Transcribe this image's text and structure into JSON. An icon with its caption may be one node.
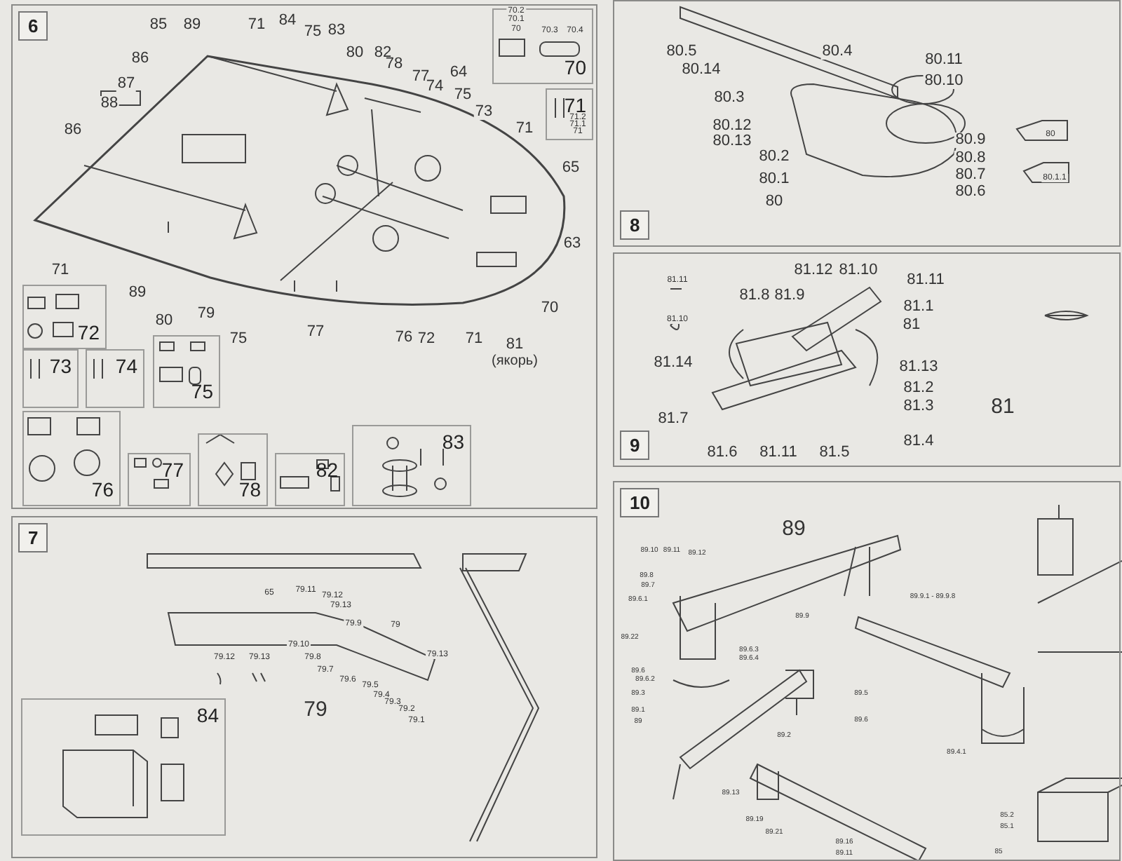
{
  "diagram": {
    "nodes": [
      {
        "text": [
          "6"
        ]
      },
      {
        "text": [
          "70"
        ],
        "in": 0
      },
      {
        "text": [
          "71"
        ],
        "in": 0
      },
      {
        "text": [
          "72"
        ],
        "in": 0
      },
      {
        "text": [
          "73"
        ],
        "in": 0
      },
      {
        "text": [
          "74"
        ],
        "in": 0
      },
      {
        "text": [
          "75"
        ],
        "in": 0
      },
      {
        "text": [
          "76"
        ],
        "in": 0
      },
      {
        "text": [
          "77"
        ],
        "in": 0
      },
      {
        "text": [
          "78"
        ],
        "in": 0
      },
      {
        "text": [
          "82"
        ],
        "in": 0
      },
      {
        "text": [
          "83"
        ],
        "in": 0
      },
      {
        "text": [
          "8"
        ]
      },
      {
        "text": [
          "9"
        ]
      },
      {
        "text": [
          "7"
        ]
      },
      {
        "text": [
          "84"
        ],
        "in": 14
      },
      {
        "text": [
          "10"
        ]
      }
    ],
    "labels": [
      "85",
      "89",
      "71",
      "84",
      "75",
      "83",
      "80",
      "82",
      "78",
      "77",
      "74",
      "64",
      "75",
      "73",
      "86",
      "87",
      "88",
      "86",
      "71",
      "65",
      "63",
      "71",
      "89",
      "80",
      "79",
      "75",
      "77",
      "76",
      "72",
      "71",
      "81",
      "(якорь)",
      "70",
      "70.2",
      "70.1",
      "70",
      "70.3",
      "70.4",
      "71.2",
      "71.1",
      "71",
      "80.5",
      "80.14",
      "80.3",
      "80.4",
      "80.11",
      "80.10",
      "80.12",
      "80.13",
      "80.2",
      "80.1",
      "80",
      "80.9",
      "80.8",
      "80.7",
      "80.6",
      "80",
      "80.1.1",
      "81.11",
      "81.10",
      "81.12",
      "81.10",
      "81.11",
      "81.8",
      "81.9",
      "81.1",
      "81",
      "81.14",
      "81.13",
      "81.2",
      "81.3",
      "81",
      "81.7",
      "81.4",
      "81.6",
      "81.11",
      "81.5",
      "65",
      "79.11",
      "79.12",
      "79.13",
      "79.9",
      "79",
      "79.10",
      "79.12",
      "79.13",
      "79.8",
      "79.13",
      "79.7",
      "79.6",
      "79.5",
      "79.4",
      "79.3",
      "79.2",
      "79.1",
      "79",
      "89",
      "89.10",
      "89.11",
      "89.12",
      "89.8",
      "89.7",
      "89.6.1",
      "89.22",
      "89.9",
      "89.6.3",
      "89.6.4",
      "89.6",
      "89.6.2",
      "89.3",
      "89.1",
      "89",
      "89.9.1 - 89.9.8",
      "89.5",
      "89.6",
      "89.2",
      "89.4.1",
      "89.13",
      "89.19",
      "89.21",
      "89.16",
      "89.11",
      "85.2",
      "85.1",
      "85"
    ]
  }
}
